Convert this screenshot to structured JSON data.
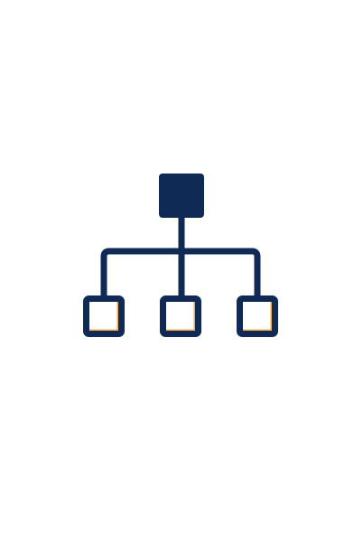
{
  "graphic": {
    "icon_name": "hierarchy-icon",
    "background_color": "#ffffff",
    "colors": {
      "stroke": "#0f2a54",
      "fill_parent": "#0f2a54",
      "fill_child": "#ffffff",
      "accent": "#f4a646"
    },
    "nodes": [
      {
        "id": "parent",
        "role": "root"
      },
      {
        "id": "child-1",
        "role": "leaf"
      },
      {
        "id": "child-2",
        "role": "leaf"
      },
      {
        "id": "child-3",
        "role": "leaf"
      }
    ]
  }
}
